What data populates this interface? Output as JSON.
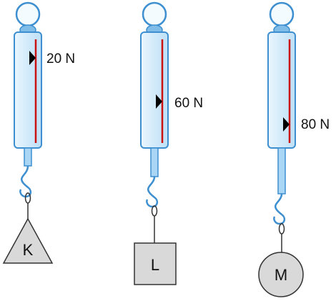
{
  "scales": [
    {
      "reading": "20 N",
      "object": "K",
      "shape": "triangle"
    },
    {
      "reading": "60 N",
      "object": "L",
      "shape": "square"
    },
    {
      "reading": "80 N",
      "object": "M",
      "shape": "circle"
    }
  ],
  "colors": {
    "body_fill": "#d6ecfa",
    "body_stroke": "#3d8fd0",
    "scale_line": "#cc1111",
    "object_fill": "#d9d9d9",
    "object_stroke": "#333333",
    "pointer": "#000000"
  }
}
